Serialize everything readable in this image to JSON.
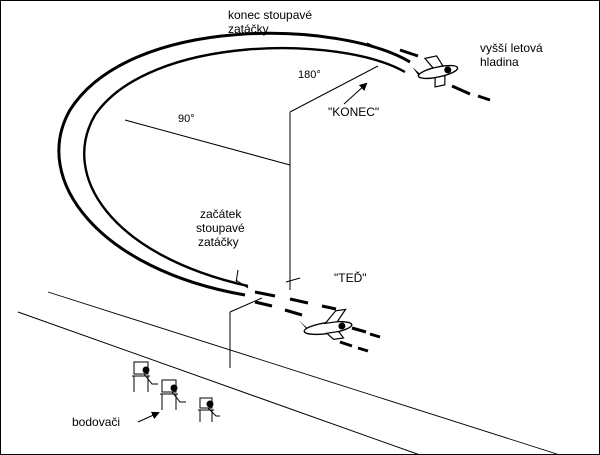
{
  "labels": {
    "end_of_climb_turn_line1": "konec stoupavé",
    "end_of_climb_turn_line2": "zatáčky",
    "higher_level_line1": "vyšší letová",
    "higher_level_line2": "hladina",
    "angle_180": "180°",
    "angle_90": "90°",
    "end_call": "\"KONEC\"",
    "start_of_climb_turn_line1": "začátek",
    "start_of_climb_turn_line2": "stoupavé",
    "start_of_climb_turn_line3": "zatáčky",
    "now_call": "\"TEĎ\"",
    "judges": "bodovači"
  },
  "icons": {
    "airplane_top": "airplane-icon",
    "airplane_bottom": "airplane-icon",
    "judges": "judge-figure-icon",
    "arrow": "arrow-icon"
  },
  "colors": {
    "ink": "#000000",
    "background": "#ffffff"
  }
}
